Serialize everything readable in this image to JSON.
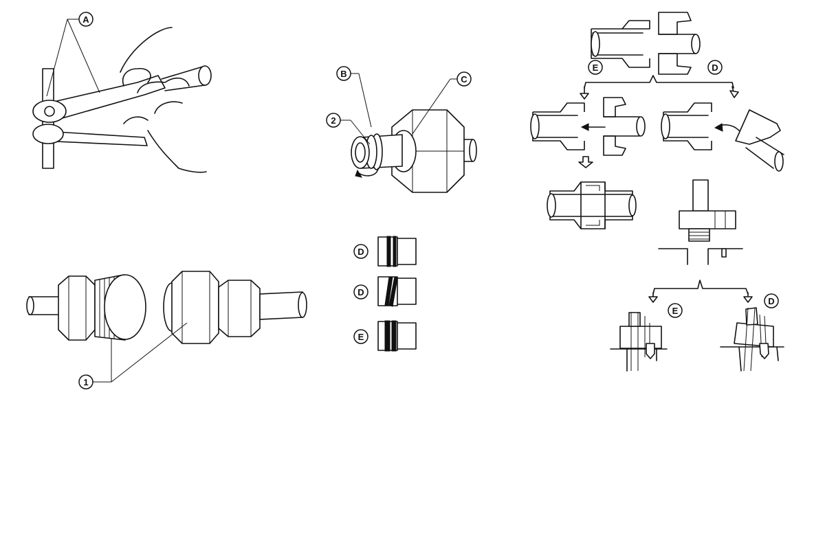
{
  "callouts": {
    "A": "A",
    "B": "B",
    "C": "C",
    "one": "1",
    "two": "2",
    "D_ring_ok": "D",
    "D_ring_twisted": "D",
    "E_ring": "E",
    "E_union": "E",
    "D_union": "D",
    "E_fitting": "E",
    "D_fitting": "D"
  }
}
